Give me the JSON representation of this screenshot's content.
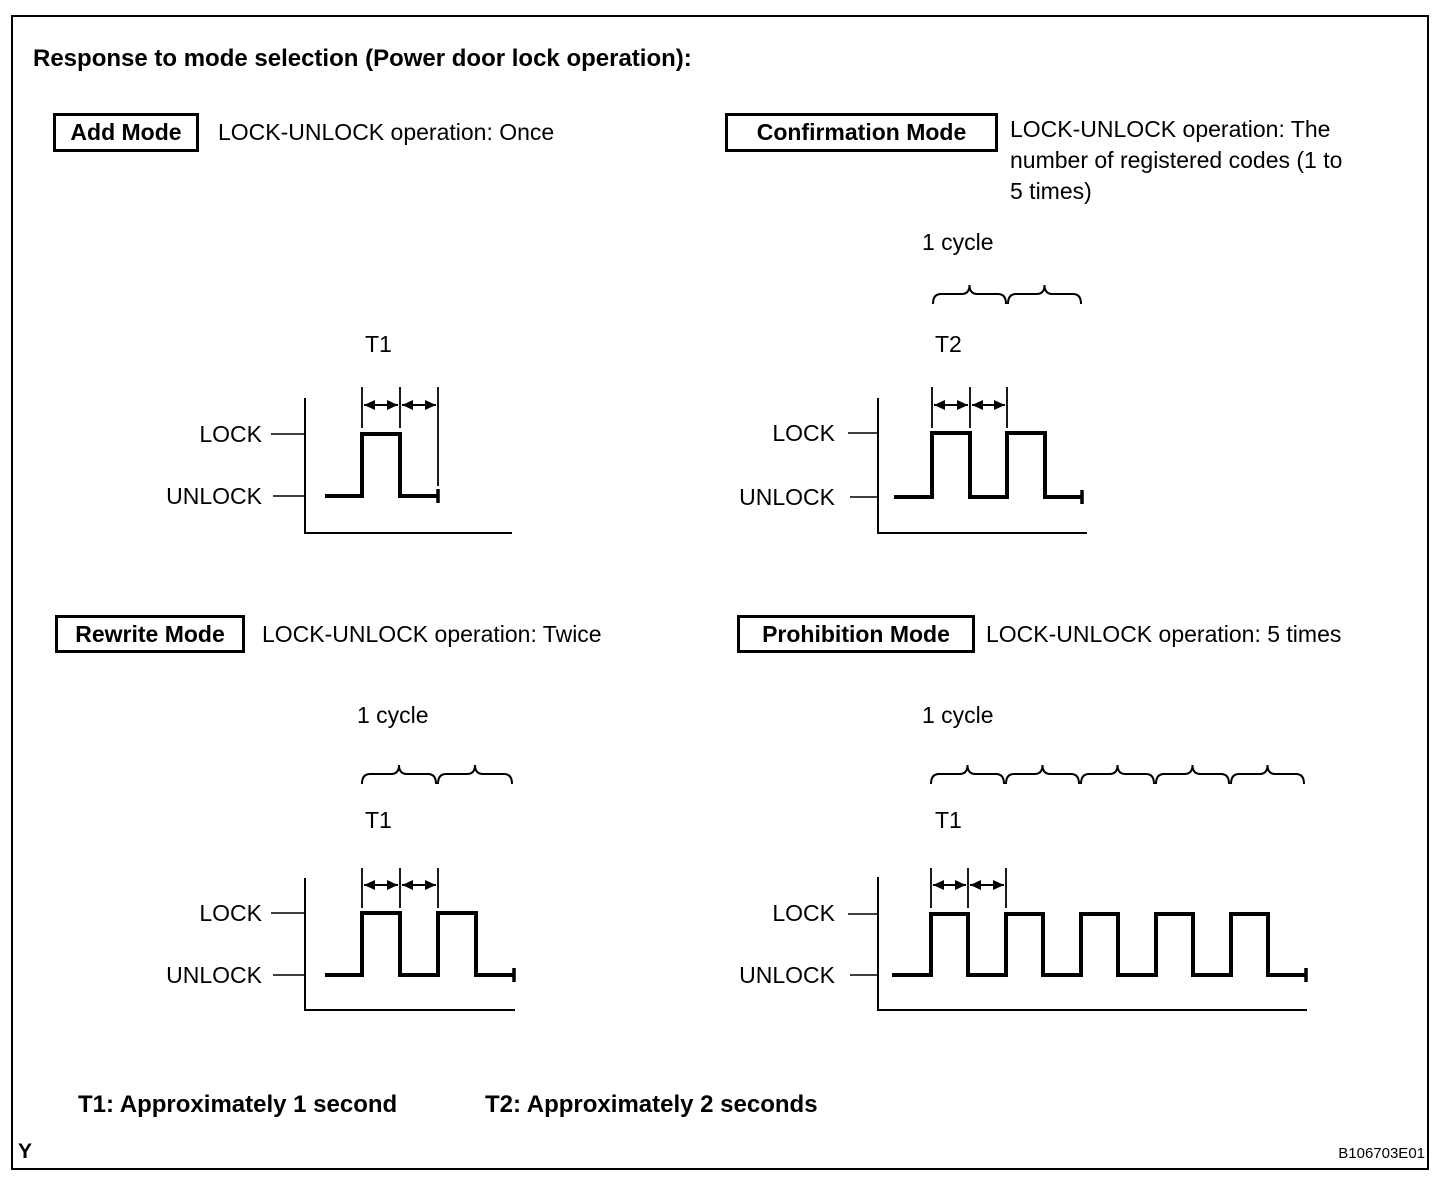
{
  "title": "Response to mode selection (Power door lock operation):",
  "panels": [
    {
      "id": "add",
      "mode_label": "Add Mode",
      "description": "LOCK-UNLOCK operation: Once",
      "cycle_label": "",
      "measure_label": "T1",
      "lock_label": "LOCK",
      "unlock_label": "UNLOCK",
      "pulse_count": 1,
      "brace_count": 0
    },
    {
      "id": "confirmation",
      "mode_label": "Confirmation Mode",
      "description": "LOCK-UNLOCK operation: The\nnumber of registered codes (1 to\n5 times)",
      "cycle_label": "1 cycle",
      "measure_label": "T2",
      "lock_label": "LOCK",
      "unlock_label": "UNLOCK",
      "pulse_count": 2,
      "brace_count": 2
    },
    {
      "id": "rewrite",
      "mode_label": "Rewrite Mode",
      "description": "LOCK-UNLOCK operation: Twice",
      "cycle_label": "1 cycle",
      "measure_label": "T1",
      "lock_label": "LOCK",
      "unlock_label": "UNLOCK",
      "pulse_count": 2,
      "brace_count": 2
    },
    {
      "id": "prohibition",
      "mode_label": "Prohibition Mode",
      "description": "LOCK-UNLOCK operation: 5 times",
      "cycle_label": "1 cycle",
      "measure_label": "T1",
      "lock_label": "LOCK",
      "unlock_label": "UNLOCK",
      "pulse_count": 5,
      "brace_count": 5
    }
  ],
  "footnotes": {
    "t1": "T1: Approximately 1 second",
    "t2": "T2: Approximately 2 seconds"
  },
  "page_marker": "Y",
  "figure_id": "B106703E01",
  "colors": {
    "ink": "#000000",
    "background": "#ffffff"
  }
}
